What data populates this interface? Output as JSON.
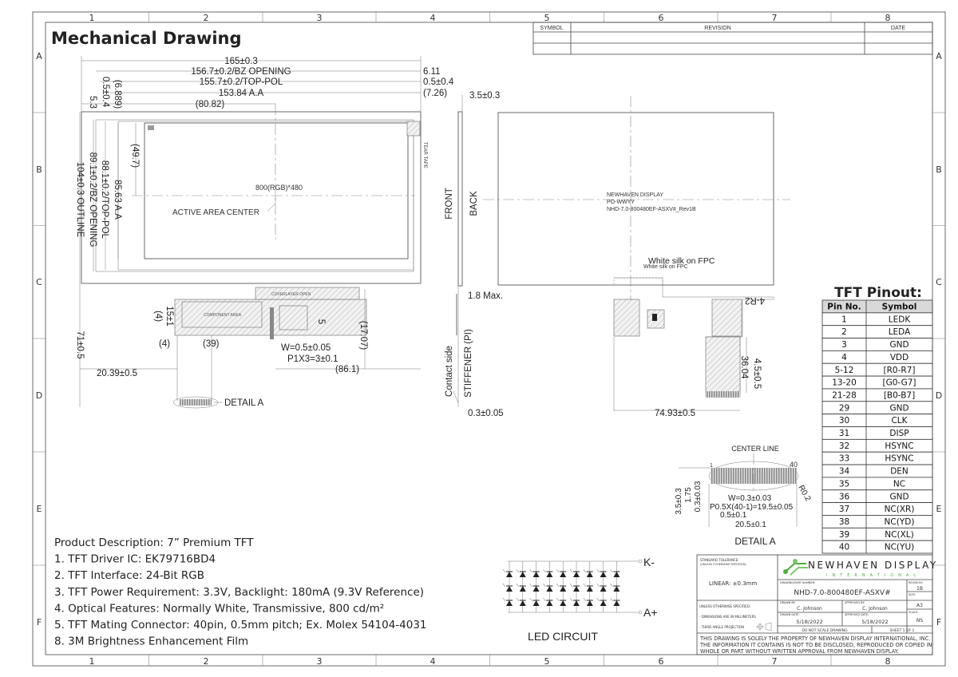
{
  "title": "Mechanical Drawing",
  "grid": {
    "columns": [
      "1",
      "2",
      "3",
      "4",
      "5",
      "6",
      "7",
      "8"
    ],
    "rows": [
      "A",
      "B",
      "C",
      "D",
      "E",
      "F"
    ]
  },
  "revision_table": {
    "headers": [
      "SYMBOL",
      "REVISION",
      "DATE"
    ]
  },
  "front_view": {
    "dims": {
      "outline_width": "165±0.3",
      "bz_opening_width": "156.7±0.2/BZ OPENING",
      "top_pol_width": "155.7±0.2/TOP-POL",
      "aa_width": "153.84 A.A",
      "half_aa": "(80.82)",
      "right_6_11": "6.11",
      "right_0_5": "0.5±0.4",
      "right_7_26": "(7.26)",
      "left_5_3": "5.3",
      "left_0_5": "0.5±0.4",
      "left_6_889": "(6.889)",
      "half_aa_h": "(49.7)",
      "aa_height": "85.63 A.A",
      "top_pol_height": "88.1±0.2/TOP-POL",
      "bz_opening_height": "89.1±0.2/BZ OPENING",
      "outline_height": "104±0.3 OUTLINE",
      "fpc_length": "71±0.5",
      "d15": "15±1",
      "d4a": "(4)",
      "d4b": "(4)",
      "d39": "(39)",
      "d5": "5",
      "d17": "(17.07)",
      "w": "W=0.5±0.05",
      "p": "P1X3=3±0.1",
      "d86": "(86.1)",
      "d20": "20.39±0.5"
    },
    "resolution": "800(RGB)*480",
    "active_area_center": "ACTIVE AREA CENTER",
    "tear_tape": "TEAR TAPE",
    "component_area": "COMPONENT AREA",
    "cover_layer_open": "COVERLAYER OPEN",
    "detail_a_callout": "DETAIL A"
  },
  "side_view": {
    "thickness": "3.5±0.3",
    "front": "FRONT",
    "back": "BACK",
    "fpc_max": "1.8 Max.",
    "contact_side": "Contact side",
    "stiffener": "STIFFENER (PI)",
    "stiffener_thk": "0.3±0.05"
  },
  "back_view": {
    "label_lines": [
      "NEWHAVEN DISPLAY",
      "PO-WWYY",
      "NHD-7.0-800480EF-ASXV#_Rev1B"
    ],
    "white_silk": "White silk on FPC",
    "white_silk_small": "White silk on FPC",
    "radius": "4-R2",
    "d36": "36.04",
    "d4_5": "4.5±0.5",
    "d74": "74.93±0.5"
  },
  "detail_a": {
    "title": "DETAIL A",
    "center_line": "CENTER LINE",
    "pin_first": "1",
    "pin_last": "40",
    "radius": "R0.2",
    "d3_5": "3.5±0.3",
    "d1_75": "1.75",
    "d0_3": "0.3±0.03",
    "width": "W=0.3±0.03",
    "pitch": "P0.5X(40-1)=19.5±0.05",
    "offset": "0.5±0.1",
    "total": "20.5±0.1"
  },
  "pinout": {
    "title": "TFT Pinout:",
    "headers": [
      "Pin No.",
      "Symbol"
    ],
    "rows": [
      [
        "1",
        "LEDK"
      ],
      [
        "2",
        "LEDA"
      ],
      [
        "3",
        "GND"
      ],
      [
        "4",
        "VDD"
      ],
      [
        "5-12",
        "[R0-R7]"
      ],
      [
        "13-20",
        "[G0-G7]"
      ],
      [
        "21-28",
        "[B0-B7]"
      ],
      [
        "29",
        "GND"
      ],
      [
        "30",
        "CLK"
      ],
      [
        "31",
        "DISP"
      ],
      [
        "32",
        "HSYNC"
      ],
      [
        "33",
        "HSYNC"
      ],
      [
        "34",
        "DEN"
      ],
      [
        "35",
        "NC"
      ],
      [
        "36",
        "GND"
      ],
      [
        "37",
        "NC(XR)"
      ],
      [
        "38",
        "NC(YD)"
      ],
      [
        "39",
        "NC(XL)"
      ],
      [
        "40",
        "NC(YU)"
      ]
    ]
  },
  "description": [
    "Product Description: 7” Premium TFT",
    "1. TFT Driver IC: EK79716BD4",
    "2. TFT Interface: 24-Bit RGB",
    "3. TFT Power Requirement: 3.3V, Backlight: 180mA (9.3V Reference)",
    "4. Optical Features: Normally White, Transmissive, 800 cd/m²",
    "5. TFT Mating Connector: 40pin, 0.5mm pitch; Ex. Molex 54104-4031",
    "8. 3M Brightness Enhancement Film"
  ],
  "led_circuit": {
    "title": "LED CIRCUIT",
    "cathode": "K-",
    "anode": "A+"
  },
  "title_block": {
    "logo_main": "NEWHAVEN DISPLAY",
    "logo_sub": "INTERNATIONAL",
    "std_tol_label": "STANDARD TOLERANCE:",
    "std_tol_sub": "(UNLESS OTHERWISE SPECIFIED)",
    "linear": "LINEAR:   ±0.3mm",
    "unless": "UNLESS OTHERWISE SPECIFIED:",
    "dims_mm": "- DIMENSIONS ARE IN MILLIMETERS",
    "third_angle": "- THIRD ANGLE PROJECTION",
    "part_label": "DRAWING/PART NUMBER:",
    "part_number": "NHD-7.0-800480EF-ASXV#",
    "revision_label": "REVISION:",
    "revision": "1B",
    "size_label": "SIZE:",
    "size": "A3",
    "scale_label": "SCALE:",
    "scale": "NS",
    "drawn_by_label": "DRAWN BY:",
    "drawn_by": "C. Johnson",
    "approved_by_label": "APPROVED BY:",
    "approved_by": "C. Johnson",
    "drawn_date_label": "DRAWN DATE:",
    "drawn_date": "5/18/2022",
    "approved_date_label": "APPROVED DATE:",
    "approved_date": "5/18/2022",
    "no_scale": "DO NOT SCALE DRAWING",
    "sheet": "SHEET 1 OF 1",
    "disclaimer": [
      "THIS DRAWING IS SOLELY THE PROPERTY OF NEWHAVEN DISPLAY INTERNATIONAL, INC.",
      "THE INFORMATION IT CONTAINS IS NOT TO BE DISCLOSED, REPRODUCED OR COPIED IN",
      "WHOLE OR PART WITHOUT WRITTEN APPROVAL FROM NEWHAVEN DISPLAY."
    ],
    "logo_color": "#4caf3a"
  }
}
